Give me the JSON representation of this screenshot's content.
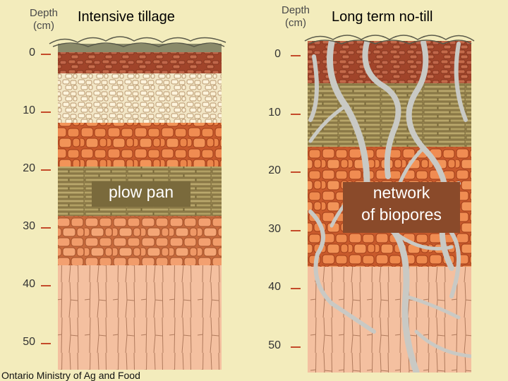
{
  "left_panel": {
    "title": "Intensive tillage",
    "axis_title_line1": "Depth",
    "axis_title_line2": "(cm)",
    "depth_ticks": [
      "0",
      "10",
      "20",
      "30",
      "40",
      "50"
    ],
    "annotation": "plow pan"
  },
  "right_panel": {
    "title": "Long term no-till",
    "axis_title_line1": "Depth",
    "axis_title_line2": "(cm)",
    "depth_ticks": [
      "0",
      "10",
      "20",
      "30",
      "40",
      "50"
    ],
    "annotation_line1": "network",
    "annotation_line2": "of biopores"
  },
  "credit": "Ontario Ministry of Ag and Food",
  "colors": {
    "background": "#f3ecbc",
    "tick_mark": "#c44a2a",
    "plow_pan_label_bg": "#7a6a3c",
    "biopores_label_bg": "#8a4a2a",
    "biopore": "#c9c9c4"
  }
}
